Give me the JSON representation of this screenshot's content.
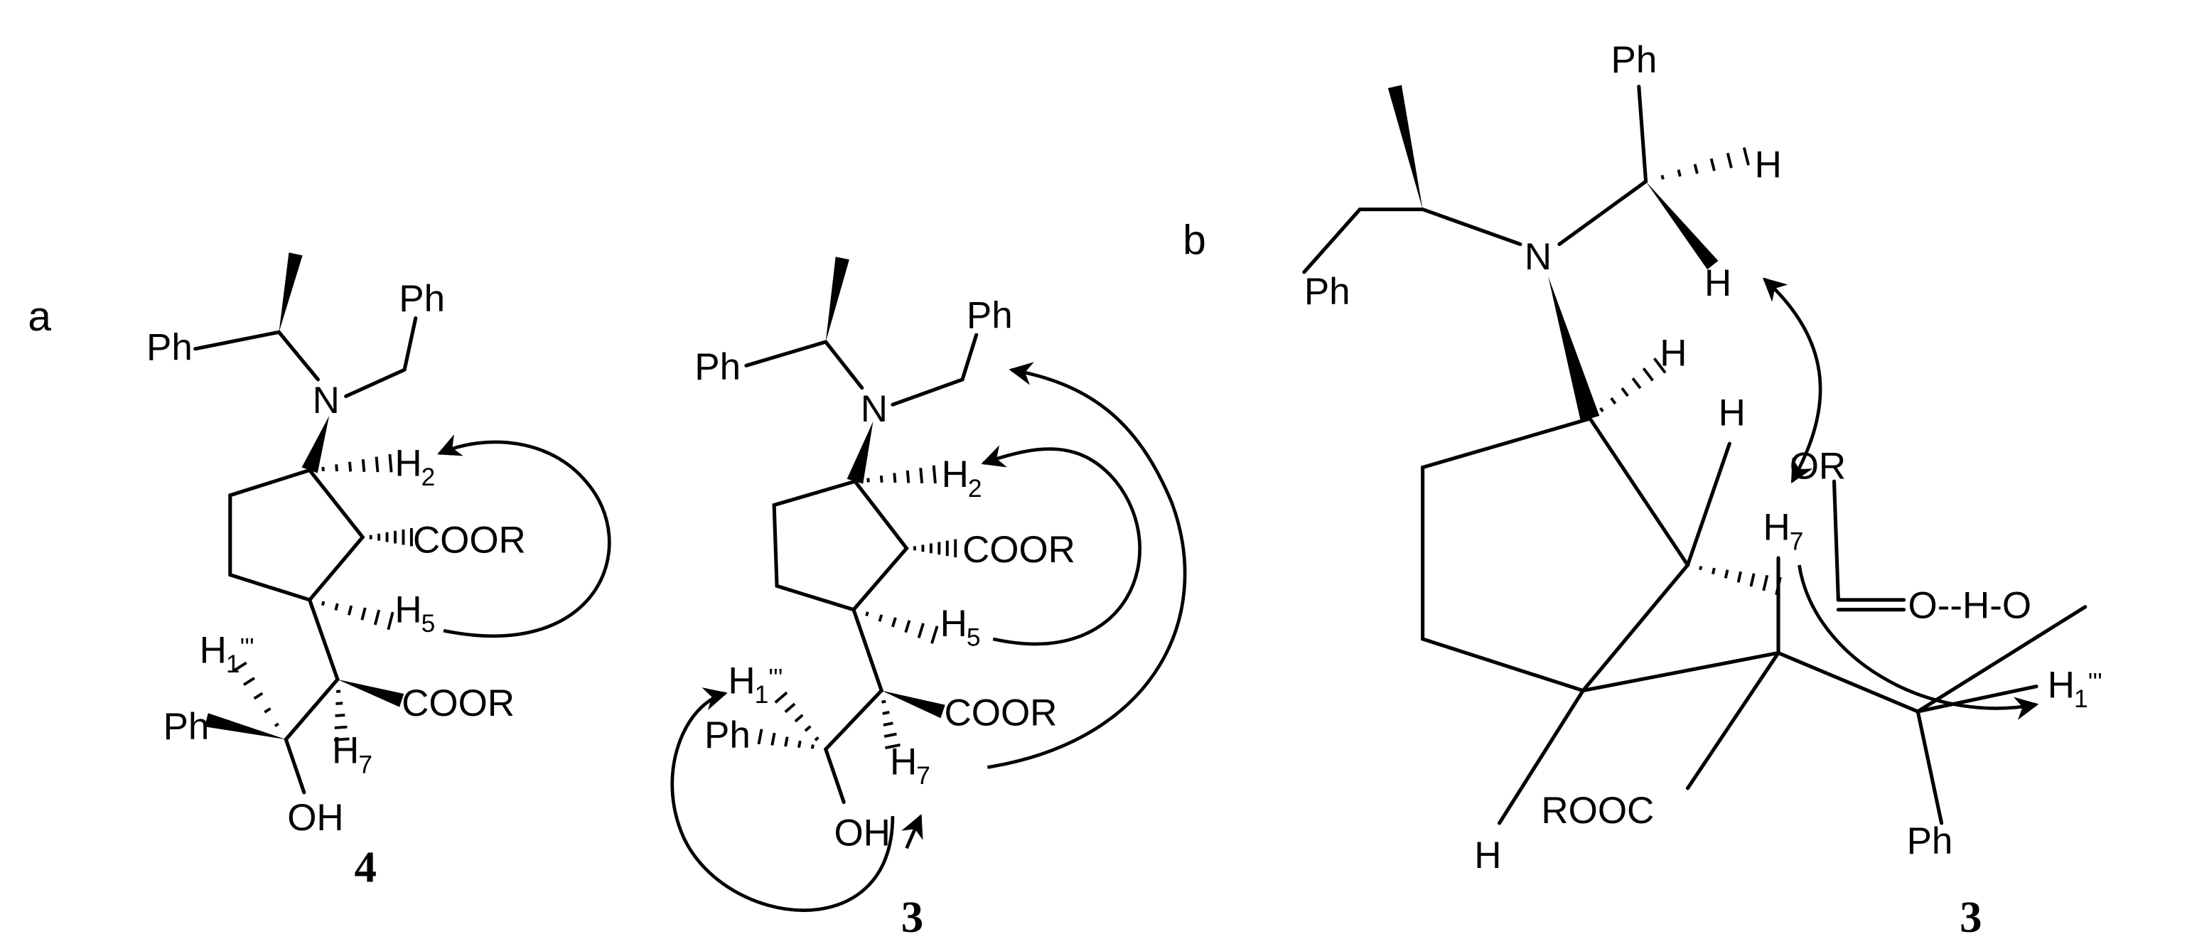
{
  "panels": {
    "a": "a",
    "b": "b"
  },
  "compounds": {
    "left": "4",
    "middle": "3",
    "right": "3"
  },
  "labels": {
    "ph": "Ph",
    "n": "N",
    "h": "H",
    "coor": "COOR",
    "rooc": "ROOC",
    "oh": "OH",
    "or": "OR",
    "o": "O",
    "h2_sub": "2",
    "h5_sub": "5",
    "h7_sub": "7",
    "h1_sub": "1",
    "h1_prime": "'''",
    "hbond": "O--H-O"
  }
}
